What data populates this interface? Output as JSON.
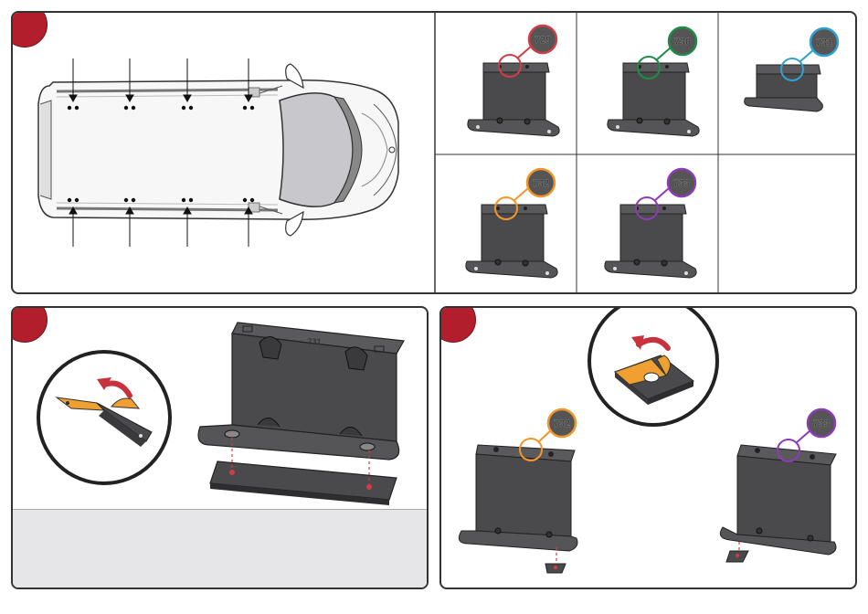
{
  "colors": {
    "step_red": "#b31e2c",
    "bracket": "#4a4a4c",
    "tape": "#f0a030",
    "arrow_red": "#c8323c",
    "bracket_729": "#d23c46",
    "bracket_730": "#1e8c46",
    "bracket_731": "#32a0d2",
    "bracket_732": "#f0962d",
    "bracket_733": "#8c3cb4"
  },
  "brackets": {
    "b729": {
      "code": "729",
      "color": "#d23c46"
    },
    "b730": {
      "code": "730",
      "color": "#1e8c46"
    },
    "b731": {
      "code": "731",
      "color": "#32a0d2"
    },
    "b732": {
      "code": "732",
      "color": "#f0962d"
    },
    "b733": {
      "code": "733",
      "color": "#8c3cb4"
    }
  },
  "step2": {
    "bracket_stamp": "731"
  },
  "step3": {
    "left_code": "732",
    "right_code": "733"
  }
}
